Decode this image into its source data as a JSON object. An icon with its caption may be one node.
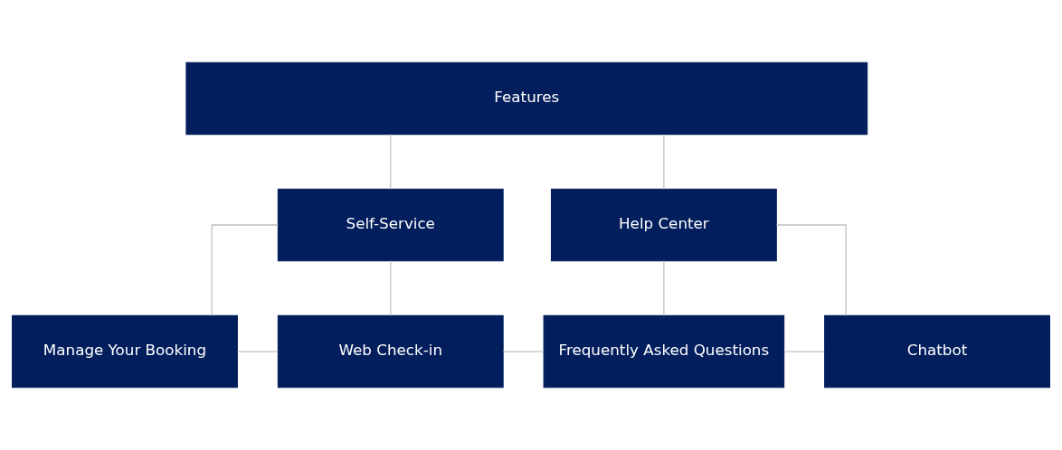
{
  "diagram": {
    "nodes": [
      {
        "text": [
          "Features"
        ]
      },
      {
        "text": [
          "Self-Service"
        ]
      },
      {
        "text": [
          "Help Center"
        ]
      },
      {
        "text": [
          "Manage Your Booking"
        ]
      },
      {
        "text": [
          "Web Check-in"
        ]
      },
      {
        "text": [
          "Frequently Asked Questions"
        ]
      },
      {
        "text": [
          "Chatbot"
        ]
      }
    ],
    "edges": [
      {
        "from": 0,
        "to": 1,
        "arrow": "none"
      },
      {
        "from": 0,
        "to": 2,
        "arrow": "none"
      },
      {
        "from": 1,
        "to": 3,
        "arrow": "none"
      },
      {
        "from": 1,
        "to": 4,
        "arrow": "none"
      },
      {
        "from": 2,
        "to": 5,
        "arrow": "none"
      },
      {
        "from": 2,
        "to": 6,
        "arrow": "none"
      },
      {
        "from": 3,
        "to": 4,
        "arrow": "none"
      },
      {
        "from": 4,
        "to": 5,
        "arrow": "none"
      },
      {
        "from": 5,
        "to": 6,
        "arrow": "none"
      }
    ]
  }
}
